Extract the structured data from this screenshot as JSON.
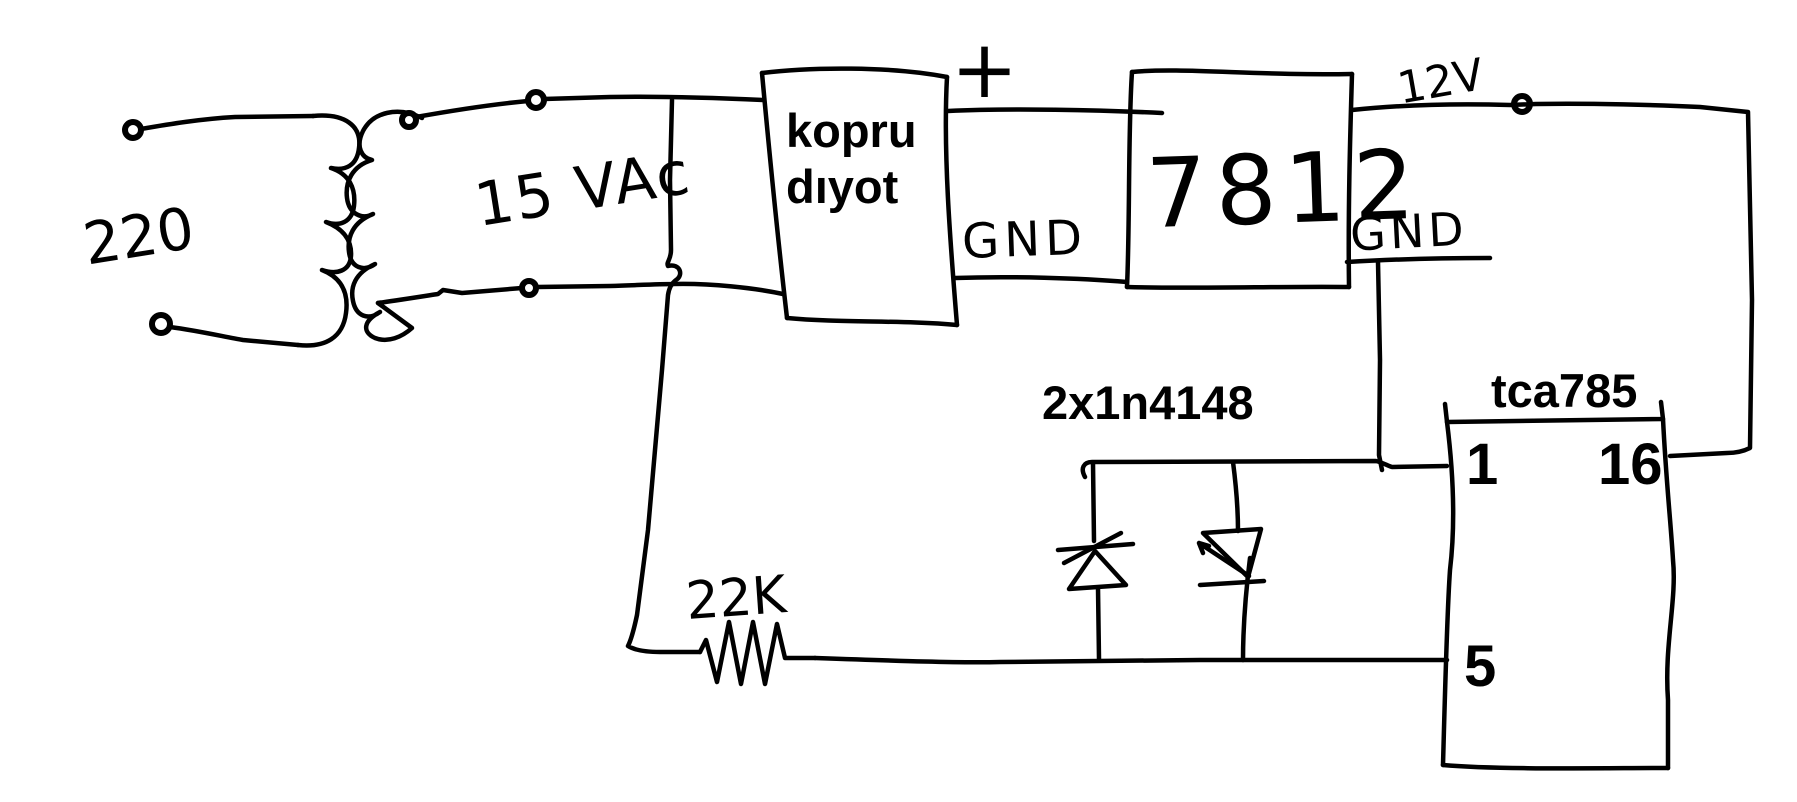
{
  "background": "#ffffff",
  "ink_color": "#000000",
  "schematic": {
    "transformer": {
      "primary_label": "220",
      "secondary_label": "15 VAc"
    },
    "bridge": {
      "label_line1": "kopru",
      "label_line2": "dıyot",
      "output_plus": "+",
      "output_gnd": "GND"
    },
    "regulator": {
      "label": "7812",
      "output_voltage": "12V",
      "output_gnd": "GND"
    },
    "diodes": {
      "label": "2x1n4148"
    },
    "resistor": {
      "label": "22K"
    },
    "ic": {
      "label": "tca785",
      "pin_top_left": "1",
      "pin_top_right": "16",
      "pin_mid_left": "5"
    }
  }
}
